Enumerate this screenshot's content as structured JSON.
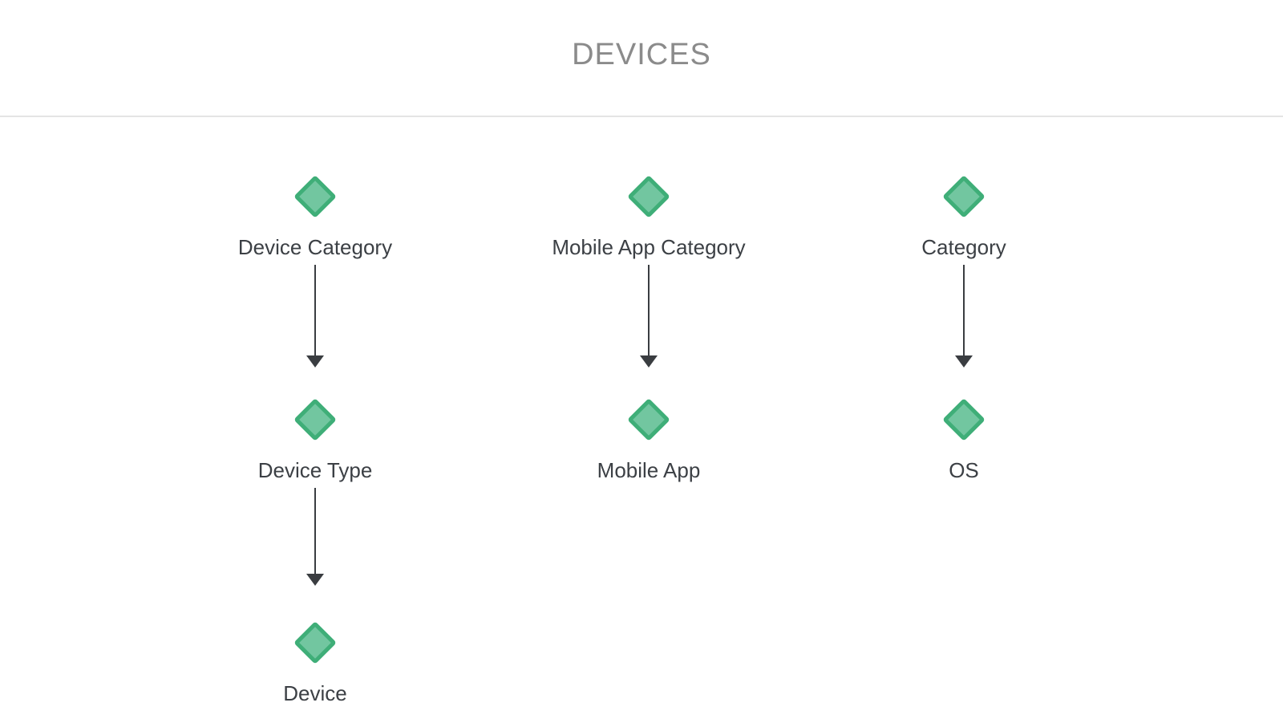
{
  "header": {
    "title": "DEVICES"
  },
  "colors": {
    "background": "#ffffff",
    "title_text": "#8b8b8b",
    "divider": "#e4e4e4",
    "diamond_fill": "#72c6a0",
    "diamond_border": "#3fae78",
    "arrow": "#3a3d41",
    "label_text": "#3c4045"
  },
  "diagram": {
    "node_shape": "diamond",
    "columns": [
      {
        "name": "device-hierarchy",
        "nodes": [
          {
            "label": "Device Category"
          },
          {
            "label": "Device Type"
          },
          {
            "label": "Device"
          }
        ]
      },
      {
        "name": "mobile-app-hierarchy",
        "nodes": [
          {
            "label": "Mobile App Category"
          },
          {
            "label": "Mobile App"
          }
        ]
      },
      {
        "name": "os-hierarchy",
        "nodes": [
          {
            "label": "Category"
          },
          {
            "label": "OS"
          }
        ]
      }
    ],
    "edges": [
      {
        "from": "Device Category",
        "to": "Device Type"
      },
      {
        "from": "Device Type",
        "to": "Device"
      },
      {
        "from": "Mobile App Category",
        "to": "Mobile App"
      },
      {
        "from": "Category",
        "to": "OS"
      }
    ]
  }
}
